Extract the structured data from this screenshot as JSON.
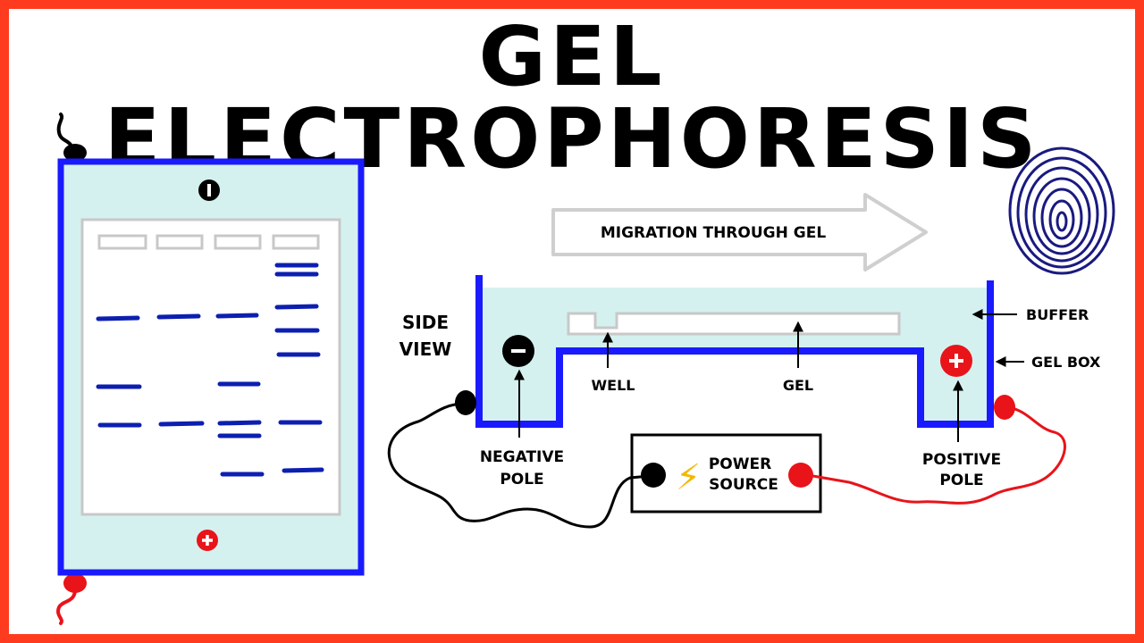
{
  "title": "GEL ELECTROPHORESIS",
  "labels": {
    "migration": "MIGRATION THROUGH GEL",
    "side_view": [
      "SIDE",
      "VIEW"
    ],
    "buffer": "BUFFER",
    "gel_box": "GEL BOX",
    "well": "WELL",
    "gel": "GEL",
    "negative_pole": [
      "NEGATIVE",
      "POLE"
    ],
    "positive_pole": [
      "POSITIVE",
      "POLE"
    ],
    "power_source": [
      "POWER",
      "SOURCE"
    ]
  },
  "symbols": {
    "negative": "−",
    "positive": "+",
    "bolt": "⚡"
  },
  "colors": {
    "border": "#ff3b1f",
    "gel_box": "#1a1aff",
    "buffer": "#d4f1ef",
    "band": "#0d1fb0",
    "negative": "#000000",
    "positive": "#e8141a",
    "well": "#c8c8c8",
    "fingerprint": "#1a1a80"
  }
}
